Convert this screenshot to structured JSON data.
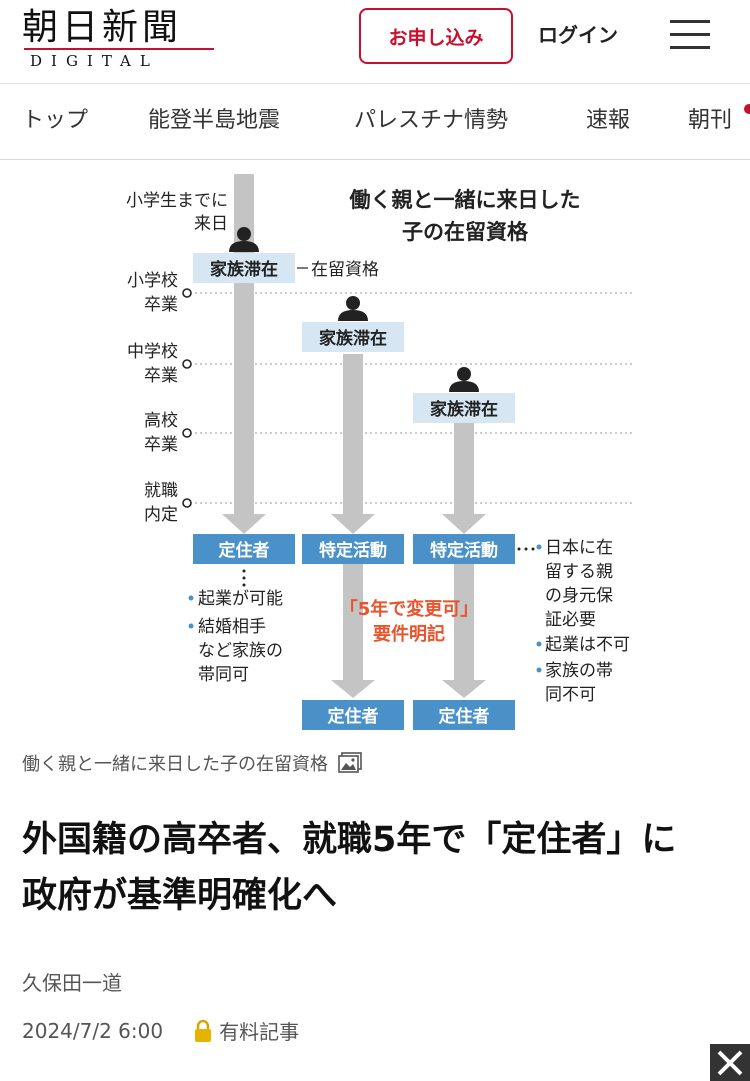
{
  "header": {
    "logo_main": "朝日新聞",
    "logo_sub": "DIGITAL",
    "subscribe_label": "お申し込み",
    "login_label": "ログイン",
    "menu_icon": "hamburger-menu-icon"
  },
  "nav": {
    "items": [
      "トップ",
      "能登半島地震",
      "パレスチナ情勢",
      "速報",
      "朝刊"
    ]
  },
  "figure": {
    "title_line1": "働く親と一緒に来日した",
    "title_line2": "子の在留資格",
    "stage_arrival_line1": "小学生までに",
    "stage_arrival_line2": "来日",
    "stages": [
      {
        "line1": "小学校",
        "line2": "卒業"
      },
      {
        "line1": "中学校",
        "line2": "卒業"
      },
      {
        "line1": "高校",
        "line2": "卒業"
      },
      {
        "line1": "就職",
        "line2": "内定"
      }
    ],
    "status_family": "家族滞在",
    "status_label": "在留資格",
    "result_resident": "定住者",
    "result_specific": "特定活動",
    "change_note_line1": "「5年で変更可」",
    "change_note_line2": "要件明記",
    "col1_notes": [
      "起業が可能",
      "結婚相手",
      "など家族の",
      "帯同可"
    ],
    "col3_notes": [
      "日本に在",
      "留する親",
      "の身元保",
      "証必要",
      "起業は不可",
      "家族の帯",
      "同不可"
    ],
    "colors": {
      "box_blue": "#4a90c9",
      "label_bg": "#d6e6f3",
      "arrow_gray": "#c4c4c4",
      "highlight_red": "#e8542e"
    }
  },
  "caption": "働く親と一緒に来日した子の在留資格",
  "article": {
    "headline": "外国籍の高卒者、就職5年で「定住者」に　政府が基準明確化へ",
    "author": "久保田一道",
    "date": "2024/7/2 6:00",
    "paid_label": "有料記事"
  }
}
